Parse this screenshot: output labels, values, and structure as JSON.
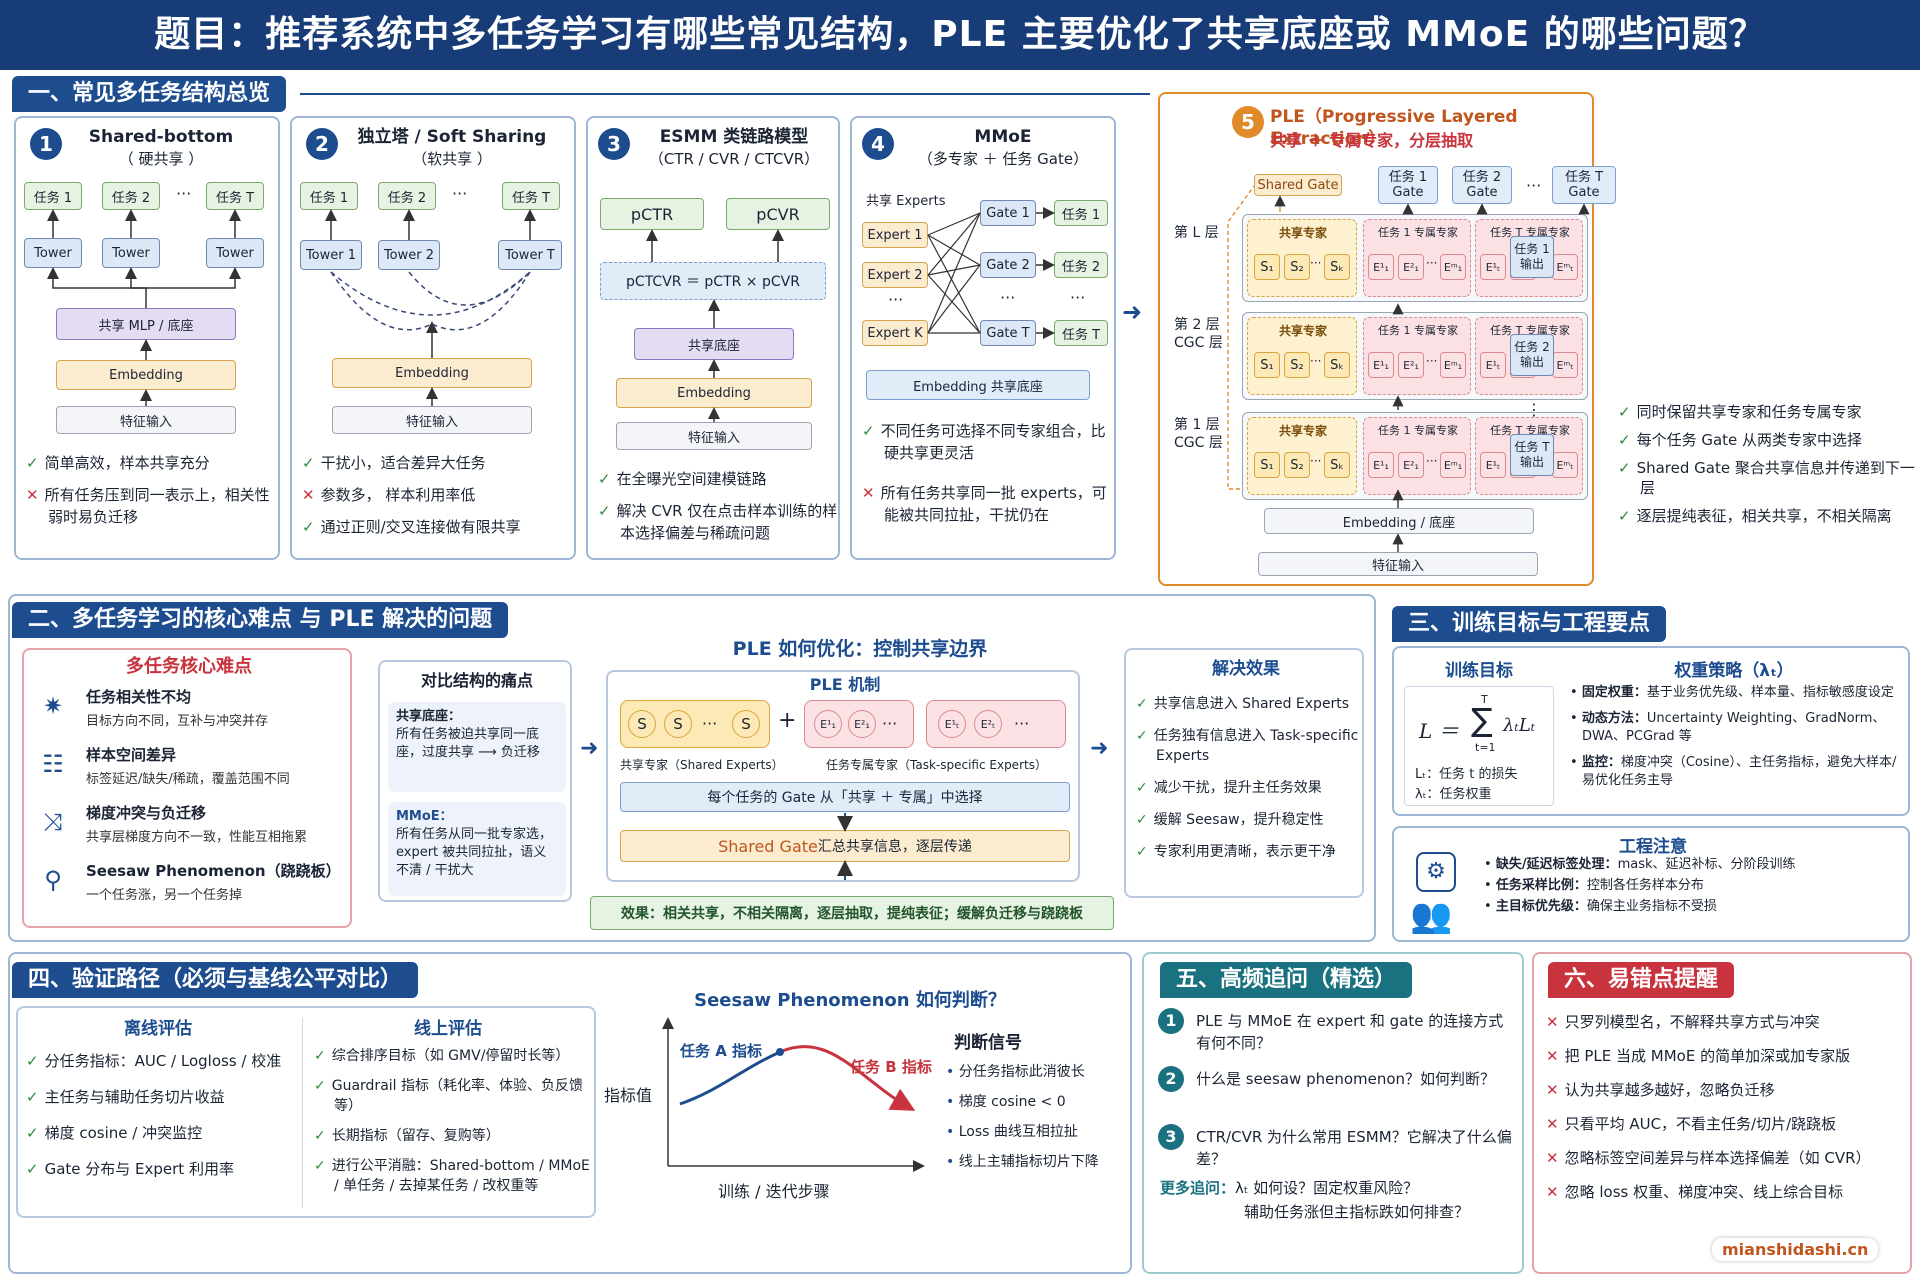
{
  "title": "题目：推荐系统中多任务学习有哪些常见结构，PLE 主要优化了共享底座或 MMoE 的哪些问题？",
  "sec1": {
    "heading": "一、常见多任务结构总览",
    "c1": {
      "num": "1",
      "title": "Shared-bottom",
      "sub": "（ 硬共享 ）",
      "task1": "任务 1",
      "task2": "任务 2",
      "dots": "···",
      "taskT": "任务 T",
      "tower": "Tower",
      "mlp": "共享 MLP / 底座",
      "emb": "Embedding",
      "feat": "特征输入",
      "pro": "简单高效，样本共享充分",
      "con": "所有任务压到同一表示上，相关性弱时易负迁移"
    },
    "c2": {
      "num": "2",
      "title": "独立塔 / Soft Sharing",
      "sub": "（软共享 ）",
      "task1": "任务 1",
      "task2": "任务 2",
      "dots": "···",
      "taskT": "任务 T",
      "tower1": "Tower 1",
      "tower2": "Tower 2",
      "towerT": "Tower T",
      "emb": "Embedding",
      "feat": "特征输入",
      "pro": "干扰小，适合差异大任务",
      "con": "参数多， 样本利用率低",
      "pro2": "通过正则/交叉连接做有限共享"
    },
    "c3": {
      "num": "3",
      "title": "ESMM 类链路模型",
      "sub": "（CTR / CVR / CTCVR）",
      "pctr": "pCTR",
      "pcvr": "pCVR",
      "formula": "pCTCVR ＝ pCTR × pCVR",
      "bottom": "共享底座",
      "emb": "Embedding",
      "feat": "特征输入",
      "pro": "在全曝光空间建模链路",
      "pro2": "解决 CVR 仅在点击样本训练的样本选择偏差与稀疏问题"
    },
    "c4": {
      "num": "4",
      "title": "MMoE",
      "sub": "（多专家 ＋ 任务 Gate）",
      "experts": "共享 Experts",
      "e1": "Expert 1",
      "e2": "Expert 2",
      "ek": "Expert K",
      "dots": "···",
      "g1": "Gate 1",
      "g2": "Gate 2",
      "gt": "Gate T",
      "t1": "任务 1",
      "t2": "任务 2",
      "tt": "任务 T",
      "emb": "Embedding   共享底座",
      "pro": "不同任务可选择不同专家组合，比硬共享更灵活",
      "con": "所有任务共享同一批 experts，可能被共同拉扯，干扰仍在"
    }
  },
  "ple": {
    "num": "5",
    "title": "PLE（Progressive Layered Extraction）",
    "sub": "共享 ＋ 专属专家，分层抽取",
    "sharedGate": "Shared Gate",
    "g1": "任务 1\nGate",
    "g2": "任务 2\nGate",
    "gT": "任务 T\nGate",
    "dots": "···",
    "layerL": "第 L 层",
    "layer2": "第 2 层\nCGC 层",
    "layer1": "第 1 层\nCGC 层",
    "vdots": "⋮",
    "shared": "共享专家",
    "spec1": "任务 1 专属专家",
    "specT": "任务 T 专属专家",
    "s1": "S₁",
    "s2": "S₂",
    "sk": "Sₖ",
    "e11": "E¹₁",
    "e12": "E²₁",
    "e1m": "Eᵐ₁",
    "eT1": "E¹ₜ",
    "eT2": "E²ₜ",
    "eTm": "Eᵐₜ",
    "out1": "任务 1\n输出",
    "out2": "任务 2\n输出",
    "outT": "任务 T\n输出",
    "emb": "Embedding / 底座",
    "feat": "特征输入",
    "side": [
      "同时保留共享专家和任务专属专家",
      "每个任务 Gate 从两类专家中选择",
      "Shared Gate 聚合共享信息并传递到下一层",
      "逐层提纯表征，相关共享，不相关隔离"
    ]
  },
  "sec2": {
    "heading": "二、多任务学习的核心难点 与 PLE 解决的问题",
    "hardTitle": "多任务核心难点",
    "hards": [
      {
        "t": "任务相关性不均",
        "d": "目标方向不同，互补与冲突并存"
      },
      {
        "t": "样本空间差异",
        "d": "标签延迟/缺失/稀疏，覆盖范围不同"
      },
      {
        "t": "梯度冲突与负迁移",
        "d": "共享层梯度方向不一致，性能互相拖累"
      },
      {
        "t": "Seesaw Phenomenon（跷跷板）",
        "d": "一个任务涨，另一个任务掉"
      }
    ],
    "optTitle": "PLE 如何优化：控制共享边界",
    "painTitle": "对比结构的痛点",
    "pain1t": "共享底座：",
    "pain1d": "所有任务被迫共享同一底座，过度共享 ⟶ 负迁移",
    "pain2t": "MMoE：",
    "pain2d": "所有任务从同一批专家选，expert 被共同拉扯，语义不清 / 干扰大",
    "mechTitle": "PLE 机制",
    "sLabel": "S",
    "plus": "+",
    "eLab1": "E¹₁",
    "eLab2": "E²₁",
    "eLabT1": "E¹ₜ",
    "eLabT2": "E²ₜ",
    "dots": "···",
    "sharedLbl": "共享专家（Shared Experts）",
    "specLbl": "任务专属专家（Task-specific Experts）",
    "gateSel": "每个任务的 Gate 从「共享 ＋ 专属」中选择",
    "sharedGate": "Shared Gate",
    "sharedGateRest": " 汇总共享信息，逐层传递",
    "effect": "效果：相关共享，不相关隔离，逐层抽取，提纯表征；缓解负迁移与跷跷板",
    "resTitle": "解决效果",
    "results": [
      "共享信息进入 Shared Experts",
      "任务独有信息进入 Task-specific Experts",
      "减少干扰，提升主任务效果",
      "缓解 Seesaw，提升稳定性",
      "专家利用更清晰，表示更干净"
    ]
  },
  "sec3": {
    "heading": "三、训练目标与工程要点",
    "objTitle": "训练目标",
    "lossL": "L ＝",
    "sigmaTop": "T",
    "sigmaBot": "t=1",
    "lossTerm": "λₜLₜ",
    "lt": "Lₜ：任务 t 的损失",
    "lam": "λₜ：任务权重",
    "wTitle": "权重策略（λₜ）",
    "weights": [
      {
        "b": "固定权重：",
        "d": "基于业务优先级、样本量、指标敏感度设定"
      },
      {
        "b": "动态方法：",
        "d": "Uncertainty Weighting、GradNorm、DWA、PCGrad 等"
      },
      {
        "b": "监控：",
        "d": "梯度冲突（Cosine）、主任务指标，避免大样本/易优化任务主导"
      }
    ],
    "engTitle": "工程注意",
    "eng": [
      {
        "b": "缺失/延迟标签处理：",
        "d": "mask、延迟补标、分阶段训练"
      },
      {
        "b": "任务采样比例：",
        "d": "控制各任务样本分布"
      },
      {
        "b": "主目标优先级：",
        "d": "确保主业务指标不受损"
      }
    ]
  },
  "sec4": {
    "heading": "四、验证路径（必须与基线公平对比）",
    "offTitle": "离线评估",
    "off": [
      "分任务指标：AUC / Logloss / 校准",
      "主任务与辅助任务切片收益",
      "梯度 cosine / 冲突监控",
      "Gate 分布与 Expert 利用率"
    ],
    "onTitle": "线上评估",
    "on": [
      "综合排序目标（如 GMV/停留时长等）",
      "Guardrail 指标（耗化率、体验、负反馈等）",
      "长期指标（留存、复购等）",
      "进行公平消融：Shared-bottom / MMoE / 单任务 / 去掉某任务 / 改权重等"
    ],
    "seesawTitle": "Seesaw Phenomenon 如何判断？",
    "taskA": "任务 A 指标",
    "taskB": "任务 B 指标",
    "ylab": "指标值",
    "xlab": "训练 / 迭代步骤",
    "sigTitle": "判断信号",
    "signals": [
      "分任务指标此消彼长",
      "梯度 cosine < 0",
      "Loss 曲线互相拉扯",
      "线上主辅指标切片下降"
    ]
  },
  "sec5": {
    "heading": "五、高频追问（精选）",
    "q": [
      {
        "n": "1",
        "t": "PLE 与 MMoE 在 expert 和 gate 的连接方式有何不同？"
      },
      {
        "n": "2",
        "t": "什么是 seesaw phenomenon？如何判断？"
      },
      {
        "n": "3",
        "t": "CTR/CVR 为什么常用 ESMM？它解决了什么偏差？"
      }
    ],
    "moreB": "更多追问：",
    "more1": "λₜ 如何设？固定权重风险？",
    "more2": "辅助任务涨但主指标跌如何排查？"
  },
  "sec6": {
    "heading": "六、易错点提醒",
    "items": [
      "只罗列模型名，不解释共享方式与冲突",
      "把 PLE 当成 MMoE 的简单加深或加专家版",
      "认为共享越多越好，忽略负迁移",
      "只看平均 AUC，不看主任务/切片/跷跷板",
      "忽略标签空间差异与样本选择偏差（如 CVR）",
      "忽略 loss 权重、梯度冲突、线上综合目标"
    ],
    "watermark": "mianshidashi.cn"
  },
  "colors": {
    "navy": "#173c78",
    "blue": "#1d4d8f",
    "teal": "#1a7280",
    "red": "#c8333d",
    "orange": "#e08a2a",
    "green": "#2d8a3e"
  }
}
